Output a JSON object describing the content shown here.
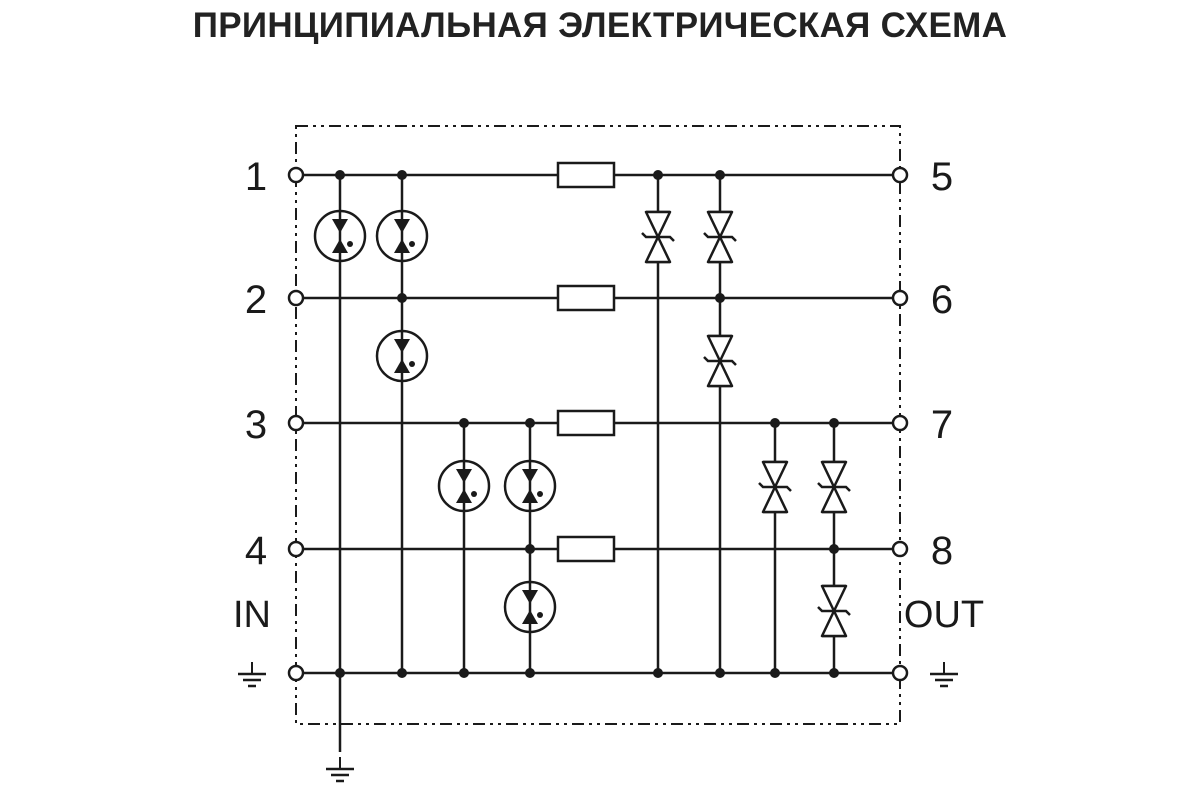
{
  "title": "ПРИНЦИПИАЛЬНАЯ ЭЛЕКТРИЧЕСКАЯ СХЕМА",
  "terminals": {
    "in": [
      "1",
      "2",
      "3",
      "4"
    ],
    "out": [
      "5",
      "6",
      "7",
      "8"
    ]
  },
  "side_labels": {
    "in": "IN",
    "out": "OUT"
  },
  "icons": {
    "ground": "ground-icon",
    "gas_discharge_tube": "gas-discharge-tube-icon",
    "tvs_diode": "tvs-diode-icon",
    "resistor": "resistor-icon"
  },
  "colors": {
    "line": "#1a1a1a",
    "background": "#ffffff"
  }
}
